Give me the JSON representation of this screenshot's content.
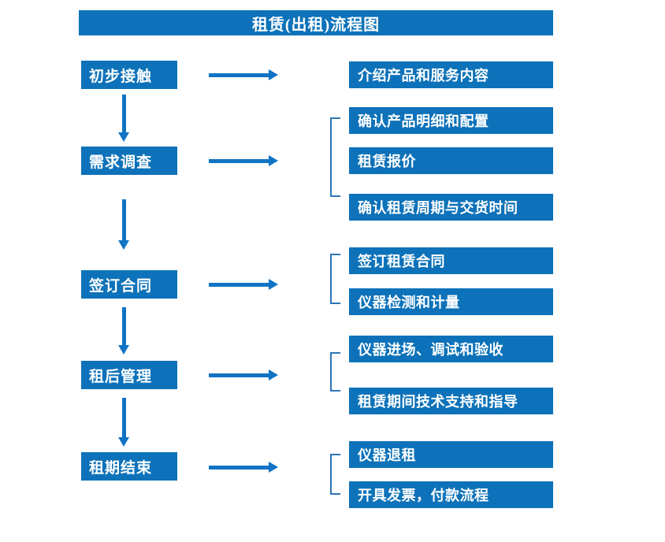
{
  "title": "租赁(出租)流程图",
  "colors": {
    "box_blue": "#0d72b9",
    "arrow_blue": "#1173c4",
    "bracket_blue": "#2e75b6",
    "text_white": "#ffffff",
    "background": "#ffffff"
  },
  "stages": [
    {
      "label": "初步接触",
      "details": [
        "介绍产品和服务内容"
      ]
    },
    {
      "label": "需求调查",
      "details": [
        "确认产品明细和配置",
        "租赁报价",
        "确认租赁周期与交货时间"
      ]
    },
    {
      "label": "签订合同",
      "details": [
        "签订租赁合同",
        "仪器检测和计量"
      ]
    },
    {
      "label": "租后管理",
      "details": [
        "仪器进场、调试和验收",
        "租赁期间技术支持和指导"
      ]
    },
    {
      "label": "租期结束",
      "details": [
        "仪器退租",
        "开具发票，付款流程"
      ]
    }
  ]
}
